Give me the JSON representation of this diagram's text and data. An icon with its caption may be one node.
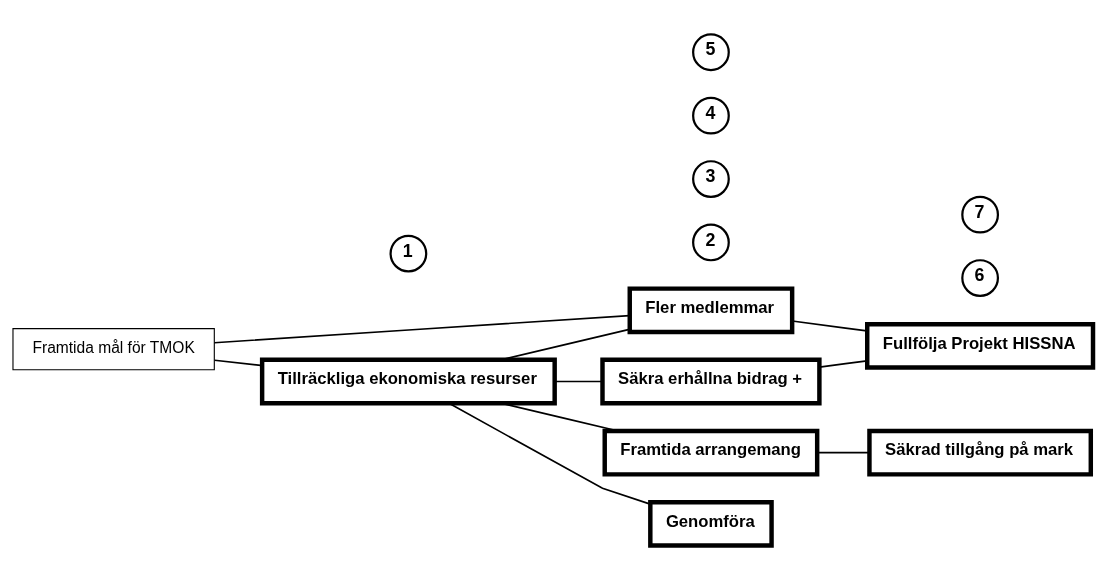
{
  "diagram": {
    "nodes": [
      {
        "text": [
          "Framtida mål för TMOK"
        ]
      },
      {
        "text": [
          "Tillräckliga ekonomiska resurser"
        ]
      },
      {
        "text": [
          "1"
        ]
      },
      {
        "text": [
          "Fler medlemmar"
        ]
      },
      {
        "text": [
          "2"
        ]
      },
      {
        "text": [
          "Säkra erhållna bidrag +"
        ]
      },
      {
        "text": [
          "3"
        ]
      },
      {
        "text": [
          "Framtida arrangemang"
        ]
      },
      {
        "text": [
          "4"
        ]
      },
      {
        "text": [
          "Genomföra"
        ]
      },
      {
        "text": [
          "5"
        ]
      },
      {
        "text": [
          "Fullfölja Projekt HISSNA"
        ]
      },
      {
        "text": [
          "6"
        ]
      },
      {
        "text": [
          "Säkrad tillgång på mark"
        ]
      },
      {
        "text": [
          "7"
        ]
      }
    ],
    "edges": [
      {
        "from": 0,
        "to": 3,
        "arrow": "none"
      },
      {
        "from": 0,
        "to": 1,
        "arrow": "none"
      },
      {
        "from": 1,
        "to": 3,
        "arrow": "none"
      },
      {
        "from": 1,
        "to": 5,
        "arrow": "none"
      },
      {
        "from": 1,
        "to": 7,
        "arrow": "none"
      },
      {
        "from": 1,
        "to": 9,
        "arrow": "none"
      },
      {
        "from": 3,
        "to": 11,
        "arrow": "none"
      },
      {
        "from": 5,
        "to": 11,
        "arrow": "none"
      },
      {
        "from": 7,
        "to": 13,
        "arrow": "none"
      }
    ]
  }
}
